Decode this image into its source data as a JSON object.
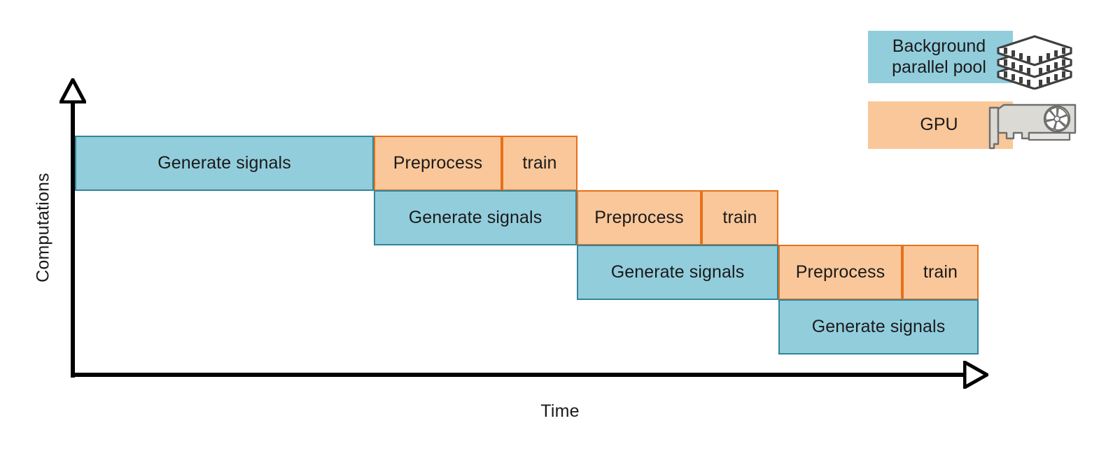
{
  "axes": {
    "y_label": "Computations",
    "x_label": "Time",
    "y_arrow_icon": "up-arrow-icon",
    "x_arrow_icon": "right-arrow-icon"
  },
  "legend": {
    "items": [
      {
        "label": "Background parallel pool",
        "label_line1": "Background",
        "label_line2": "parallel pool",
        "color": "#92CDDC",
        "icon": "server-stack-icon"
      },
      {
        "label": "GPU",
        "color": "#FAC79A",
        "icon": "graphics-card-icon"
      }
    ]
  },
  "chart_data": {
    "type": "bar",
    "title": "",
    "xlabel": "Time",
    "ylabel": "Computations",
    "grid": false,
    "legend_position": "top-right",
    "colors": {
      "pool_fill": "#92CDDC",
      "pool_border": "#31859B",
      "gpu_fill": "#FAC79A",
      "gpu_border": "#E8701A",
      "axis": "#000000",
      "text": "#1A1A1A"
    },
    "rows": [
      {
        "index": 1,
        "tasks": [
          {
            "label": "Generate signals",
            "resource": "pool",
            "start": 0,
            "end": 427
          },
          {
            "label": "Preprocess",
            "resource": "gpu",
            "start": 427,
            "end": 610
          },
          {
            "label": "train",
            "resource": "gpu",
            "start": 610,
            "end": 718
          }
        ]
      },
      {
        "index": 2,
        "tasks": [
          {
            "label": "Generate signals",
            "resource": "pool",
            "start": 427,
            "end": 717
          },
          {
            "label": "Preprocess",
            "resource": "gpu",
            "start": 717,
            "end": 895
          },
          {
            "label": "train",
            "resource": "gpu",
            "start": 895,
            "end": 1005
          }
        ]
      },
      {
        "index": 3,
        "tasks": [
          {
            "label": "Generate signals",
            "resource": "pool",
            "start": 717,
            "end": 1005
          },
          {
            "label": "Preprocess",
            "resource": "gpu",
            "start": 1005,
            "end": 1182
          },
          {
            "label": "train",
            "resource": "gpu",
            "start": 1182,
            "end": 1291
          }
        ]
      },
      {
        "index": 4,
        "tasks": [
          {
            "label": "Generate signals",
            "resource": "pool",
            "start": 1005,
            "end": 1291
          }
        ]
      }
    ]
  }
}
